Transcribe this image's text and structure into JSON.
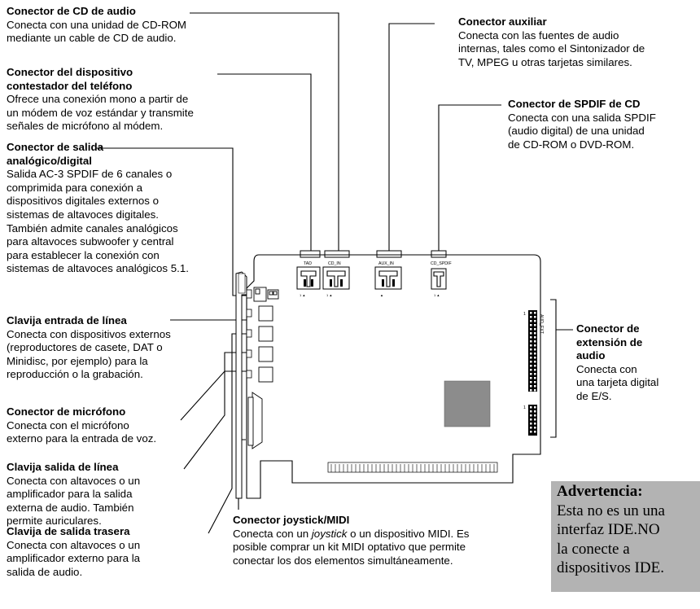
{
  "callouts": {
    "cd_audio": {
      "title": "Conector de CD de audio",
      "lines": [
        "Conecta con una unidad de CD-ROM",
        "mediante un cable de CD de audio."
      ]
    },
    "tad": {
      "title": [
        "Conector del dispositivo",
        "contestador del teléfono"
      ],
      "lines": [
        "Ofrece una conexión mono a partir de",
        "un módem de voz estándar y transmite",
        "señales de micrófono al módem."
      ]
    },
    "spdif_out": {
      "title": [
        "Conector de salida",
        "analógico/digital"
      ],
      "lines": [
        "Salida AC-3 SPDIF de 6 canales o",
        "comprimida para conexión a",
        "dispositivos digitales externos o",
        "sistemas de altavoces digitales.",
        "También admite canales analógicos",
        "para altavoces subwoofer y central",
        "para establecer la conexión con",
        "sistemas de altavoces analógicos 5.1."
      ]
    },
    "line_in": {
      "title": "Clavija entrada de línea",
      "lines": [
        "Conecta con dispositivos externos",
        "(reproductores de casete, DAT o",
        "Minidisc, por ejemplo) para la",
        "reproducción o la grabación."
      ]
    },
    "mic": {
      "title": "Conector de micrófono",
      "lines": [
        "Conecta con el micrófono",
        "externo para la entrada de voz."
      ]
    },
    "line_out": {
      "title": "Clavija salida de línea",
      "lines": [
        "Conecta con altavoces o un",
        "amplificador para la salida",
        "externa de audio. También",
        "permite auriculares."
      ]
    },
    "rear_out": {
      "title": "Clavija de salida trasera",
      "lines": [
        "Conecta con altavoces o un",
        "amplificador externo para la",
        "salida de audio."
      ]
    },
    "aux": {
      "title": "Conector auxiliar",
      "lines": [
        "Conecta con las fuentes de audio",
        "internas, tales como el Sintonizador de",
        "TV, MPEG u otras tarjetas similares."
      ]
    },
    "cd_spdif": {
      "title": "Conector de SPDIF de CD",
      "lines": [
        "Conecta con una salida SPDIF",
        "(audio digital) de una unidad",
        "de CD-ROM o DVD-ROM."
      ]
    },
    "ext": {
      "title": [
        "Conector de",
        "extensión de",
        "audio"
      ],
      "lines": [
        "Conecta con",
        "una tarjeta digital",
        "de E/S."
      ]
    },
    "joystick": {
      "title": "Conector joystick/MIDI",
      "line1_prefix": "Conecta con un ",
      "line1_em": "joystick",
      "line1_suffix": " o un dispositivo MIDI. Es",
      "lines": [
        "posible comprar un kit MIDI optativo que permite",
        "conectar los dos elementos simultáneamente."
      ]
    }
  },
  "board_labels": {
    "tad": "TAD",
    "cd_in": "CD_IN",
    "aux_in": "AUX_IN",
    "cd_spdif": "CD_SPDIF",
    "aud_ext": "AUD_EXT",
    "pin1": "1",
    "pin1b": "1"
  },
  "warning": {
    "title": "Advertencia:",
    "lines": [
      "Esta no es un una",
      "interfaz IDE.NO",
      "la conecte a",
      "dispositivos IDE."
    ]
  }
}
